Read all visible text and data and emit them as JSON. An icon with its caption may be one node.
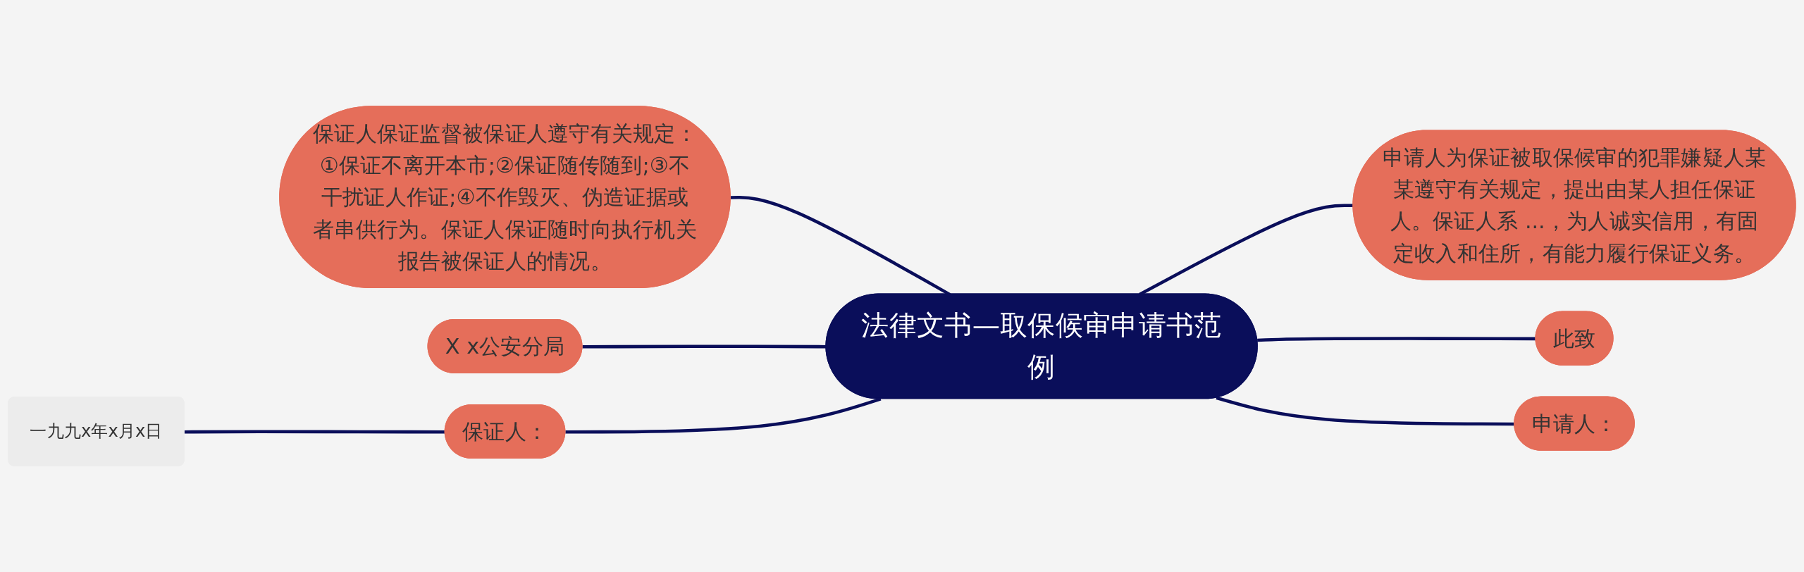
{
  "diagram": {
    "nodes": [
      {
        "text": [
          "法律文书—取保候审申请书范例"
        ]
      },
      {
        "text": [
          "保证人保证监督被保证人遵守有关规定：①保证不离开本市;②保证随传随到;③不干扰证人作证;④不作毁灭、伪造证据或者串供行为。保证人保证随时向执行机关报告被保证人的情况。"
        ]
      },
      {
        "text": [
          "X x公安分局"
        ]
      },
      {
        "text": [
          "保证人："
        ]
      },
      {
        "text": [
          "一九九x年x月x日"
        ]
      },
      {
        "text": [
          "申请人为保证被取保候审的犯罪嫌疑人某某遵守有关规定，提出由某人担任保证人。保证人系 ...，为人诚实信用，有固定收入和住所，有能力履行保证义务。"
        ]
      },
      {
        "text": [
          "此致"
        ]
      },
      {
        "text": [
          "申请人："
        ]
      }
    ],
    "edges": [
      {
        "from": 0,
        "to": 1,
        "arrow": "none"
      },
      {
        "from": 0,
        "to": 2,
        "arrow": "none"
      },
      {
        "from": 0,
        "to": 3,
        "arrow": "none"
      },
      {
        "from": 3,
        "to": 4,
        "arrow": "none"
      },
      {
        "from": 0,
        "to": 5,
        "arrow": "none"
      },
      {
        "from": 0,
        "to": 6,
        "arrow": "none"
      },
      {
        "from": 0,
        "to": 7,
        "arrow": "none"
      }
    ]
  }
}
